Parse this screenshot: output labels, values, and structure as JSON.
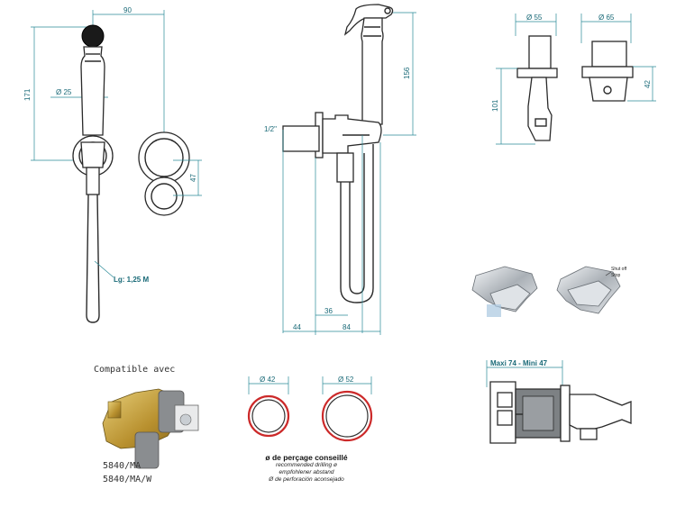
{
  "dims": {
    "w90": "90",
    "h171": "171",
    "d25": "Ø 25",
    "h47": "47",
    "lg": "Lg: 1,25 M",
    "h156": "156",
    "half": "1/2\"",
    "w36": "36",
    "w44": "44",
    "w84": "84",
    "d55": "Ø 55",
    "d65": "Ø 65",
    "h101": "101",
    "h42": "42",
    "shutoff": "Shut off\nStop",
    "maxmini": "Maxi  74 - Mini 47",
    "d42": "Ø 42",
    "d52": "Ø 52"
  },
  "compat": {
    "title": "Compatible avec",
    "ref1": "5840/MA",
    "ref2": "5840/MA/W"
  },
  "drilling": {
    "title": "ø de perçage conseillé",
    "en": "recommended drilling ø",
    "de": "empfohlener abstand",
    "es": "Ø de perforación aconsejado"
  },
  "colors": {
    "dimension": "#1a6a78",
    "ring_red": "#cc2a2a",
    "chrome": "#c9ced3",
    "brass": "#c8a640",
    "grey_body": "#8a8d90"
  }
}
